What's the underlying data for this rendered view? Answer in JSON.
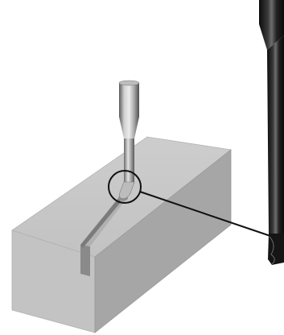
{
  "colors": {
    "background": "#ffffff",
    "block_top": "#c8c8c8",
    "block_front": "#c2c2c2",
    "block_side": "#a7a7a7",
    "slot_wall": "#8e8e8e",
    "slot_shadow": "#7a7a7a",
    "tool_light": "#d8d8d8",
    "tool_mid": "#9a9a9a",
    "tool_dark": "#4a4a4a",
    "end_mill_dark": "#151515",
    "end_mill_highlight": "#6a6a6a",
    "callout": "#111111"
  },
  "icons": {
    "workpiece": "rectangular-block-with-slot",
    "tool": "ball-nose-cutter",
    "magnified_tool": "long-neck-end-mill",
    "callout": "magnifier-circle-with-leader-line"
  }
}
